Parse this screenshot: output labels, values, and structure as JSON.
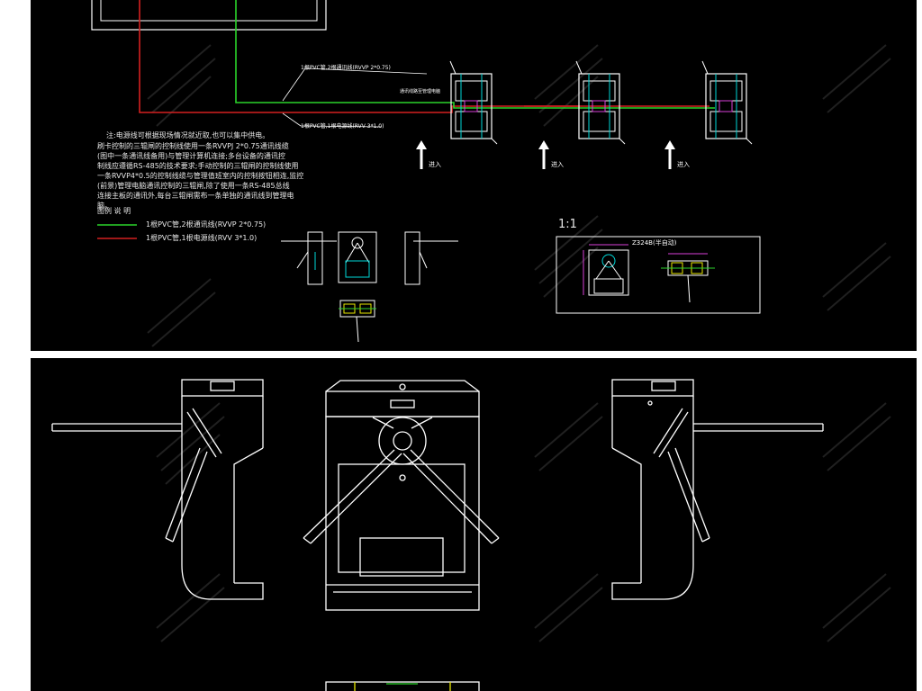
{
  "notes": {
    "heading": "注:电源线可根据现场情况就近取,也可以集中供电。",
    "body": "刷卡控制的三辊闸的控制线使用一条RVVPJ 2*0.75通讯线缆\n(图中一条通讯线备用)与管理计算机连接;多台设备的通讯控\n制线应遵循RS-485的技术要求;手动控制的三辊闸的控制线使用\n一条RVVP4*0.5的控制线缆与管理值班室内的控制按钮相连,监控\n(前景)管理电脑通讯控制的三辊闸,除了使用一条RS-485总线\n连接主板的通讯外,每台三辊闸需布一条单独的通讯线到管理电\n脑。"
  },
  "legend": {
    "title": "图例 说 明",
    "green_label": "1根PVC管,2根通讯线(RVVP 2*0.75)",
    "red_label": "1根PVC管,1根电源线(RVV 3*1.0)"
  },
  "cable_labels": {
    "upper": "1根PVC管,2根通讯线(RVVP 2*0.75)",
    "lower": "1根PVC管,1根电源线(RVV 3*1.0)",
    "small": "通讯线路至管理电脑"
  },
  "entries": [
    "进入",
    "进入",
    "进入"
  ],
  "detail": {
    "scale": "1:1",
    "title": "Z324B(半自动)"
  },
  "colors": {
    "background": "#000000",
    "line": "#ffffff",
    "comm_line": "#2bd42b",
    "power_line": "#d42020",
    "accent_cyan": "#00d8d8",
    "accent_magenta": "#d83fd8",
    "accent_yellow": "#e8e800"
  }
}
